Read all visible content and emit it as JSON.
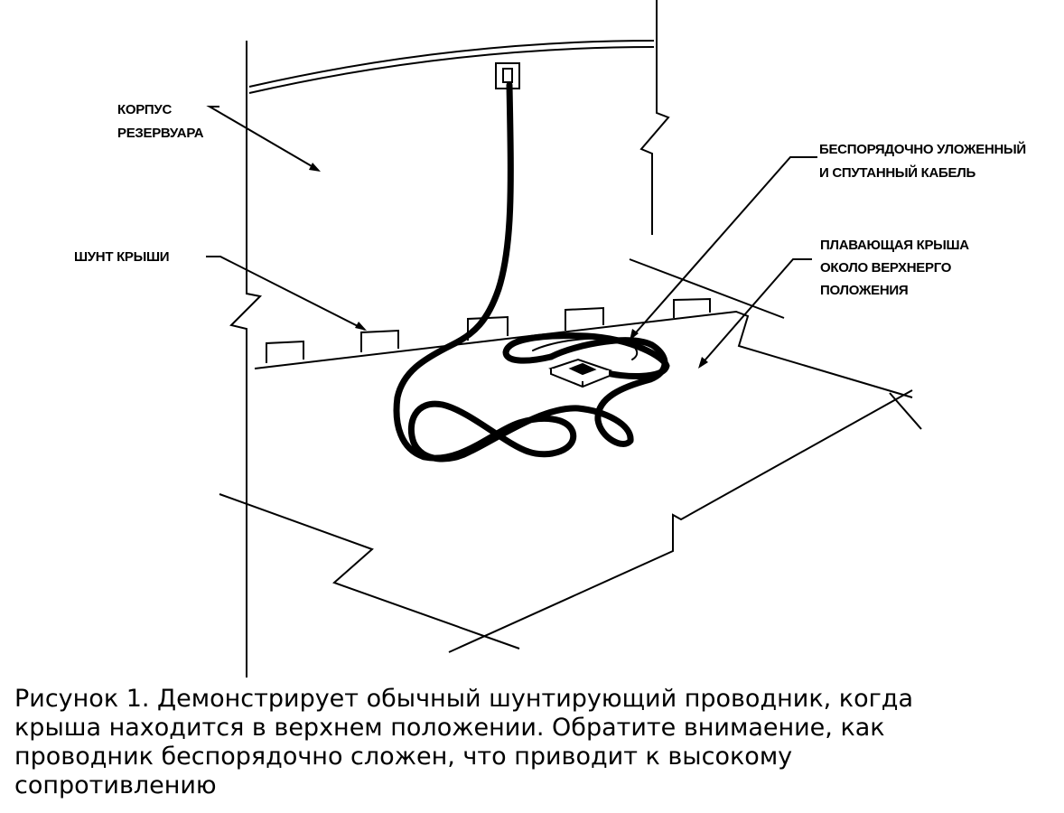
{
  "labels": {
    "tank_shell": "КОРПУС\nРЕЗЕРВУАРА",
    "roof_shunt": "ШУНТ КРЫШИ",
    "tangled_cable": "БЕСПОРЯДОЧНО УЛОЖЕННЫЙ\nИ СПУТАННЫЙ КАБЕЛЬ",
    "floating_roof": "ПЛАВАЮЩАЯ КРЫША\nОКОЛО ВЕРХНЕРГО\nПОЛОЖЕНИЯ"
  },
  "caption": "Рисунок 1. Демонстрирует обычный шунтирующий проводник, когда\nкрыша находится в верхнем положении. Обратите внимаение, как\nпроводник беспорядочно сложен, что приводит к высокому\nсопротивлению"
}
